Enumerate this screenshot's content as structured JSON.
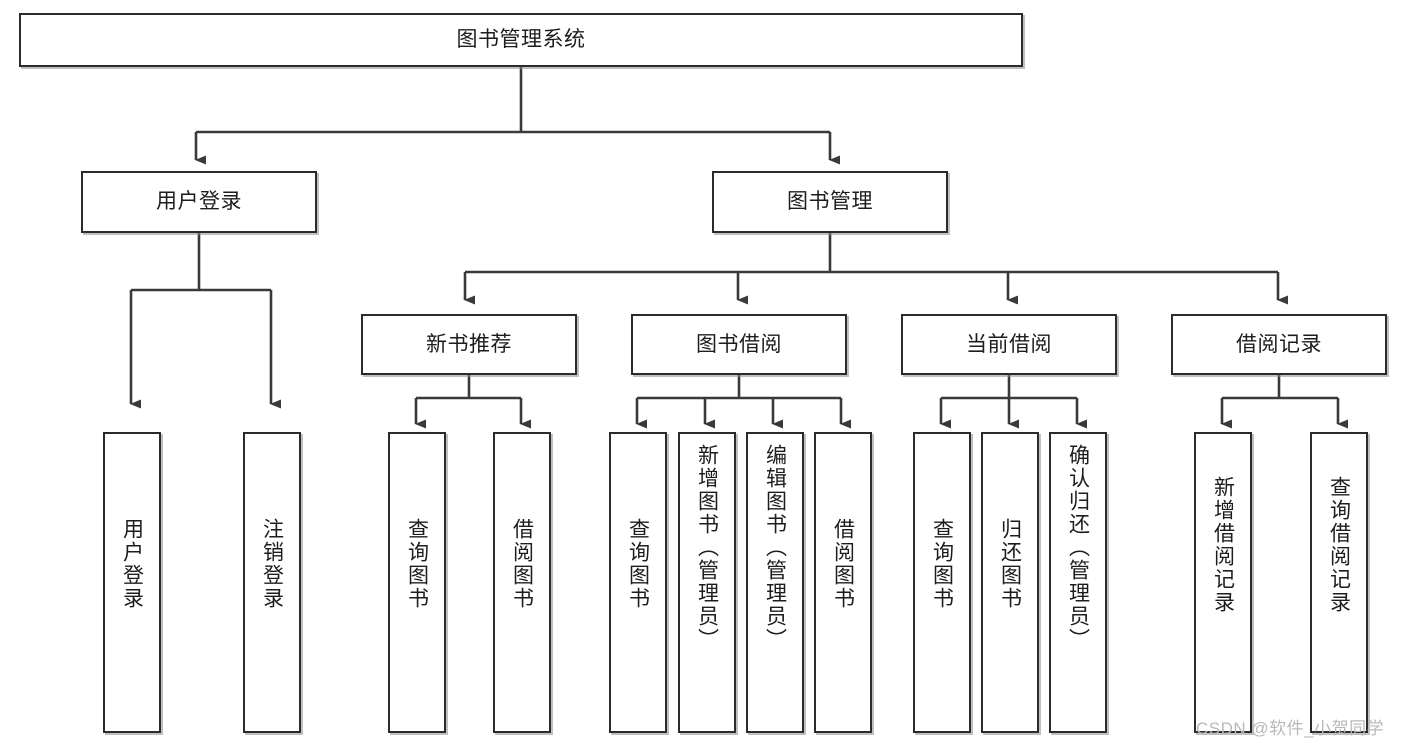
{
  "diagram": {
    "type": "tree-hierarchy-chart",
    "title": "图书管理系统",
    "watermark": "CSDN @软件_小贺同学",
    "colors": {
      "box_border": "#2b2b2b",
      "box_fill": "#ffffff",
      "connector": "#3a3a3a",
      "text": "#1d1d1d",
      "watermark": "#b9b9b9",
      "background": "#ffffff"
    },
    "nodes": {
      "root": {
        "label": "图书管理系统",
        "level": 1,
        "orientation": "horizontal"
      },
      "level2": [
        {
          "id": "user-login",
          "label": "用户登录",
          "orientation": "horizontal"
        },
        {
          "id": "book-manage",
          "label": "图书管理",
          "orientation": "horizontal"
        }
      ],
      "level3": [
        {
          "id": "new-book-recommend",
          "label": "新书推荐",
          "orientation": "horizontal",
          "parent": "book-manage"
        },
        {
          "id": "book-borrow",
          "label": "图书借阅",
          "orientation": "horizontal",
          "parent": "book-manage"
        },
        {
          "id": "current-borrow",
          "label": "当前借阅",
          "orientation": "horizontal",
          "parent": "book-manage"
        },
        {
          "id": "borrow-record",
          "label": "借阅记录",
          "orientation": "horizontal",
          "parent": "book-manage"
        }
      ],
      "leaves": [
        {
          "id": "leaf-user-login",
          "label": "用户登录",
          "parent": "user-login",
          "orientation": "vertical"
        },
        {
          "id": "leaf-logout-login",
          "label": "注销登录",
          "parent": "user-login",
          "orientation": "vertical"
        },
        {
          "id": "leaf-query-book-1",
          "label": "查询图书",
          "parent": "new-book-recommend",
          "orientation": "vertical"
        },
        {
          "id": "leaf-borrow-book-1",
          "label": "借阅图书",
          "parent": "new-book-recommend",
          "orientation": "vertical"
        },
        {
          "id": "leaf-query-book-2",
          "label": "查询图书",
          "parent": "book-borrow",
          "orientation": "vertical"
        },
        {
          "id": "leaf-add-book",
          "label": "新增图书（管理员）",
          "parent": "book-borrow",
          "orientation": "vertical"
        },
        {
          "id": "leaf-edit-book",
          "label": "编辑图书（管理员）",
          "parent": "book-borrow",
          "orientation": "vertical"
        },
        {
          "id": "leaf-borrow-book-2",
          "label": "借阅图书",
          "parent": "book-borrow",
          "orientation": "vertical"
        },
        {
          "id": "leaf-query-book-3",
          "label": "查询图书",
          "parent": "current-borrow",
          "orientation": "vertical"
        },
        {
          "id": "leaf-return-book",
          "label": "归还图书",
          "parent": "current-borrow",
          "orientation": "vertical"
        },
        {
          "id": "leaf-confirm-return",
          "label": "确认归还（管理员）",
          "parent": "current-borrow",
          "orientation": "vertical"
        },
        {
          "id": "leaf-add-record",
          "label": "新增借阅记录",
          "parent": "borrow-record",
          "orientation": "vertical"
        },
        {
          "id": "leaf-query-record",
          "label": "查询借阅记录",
          "parent": "borrow-record",
          "orientation": "vertical"
        }
      ]
    }
  }
}
